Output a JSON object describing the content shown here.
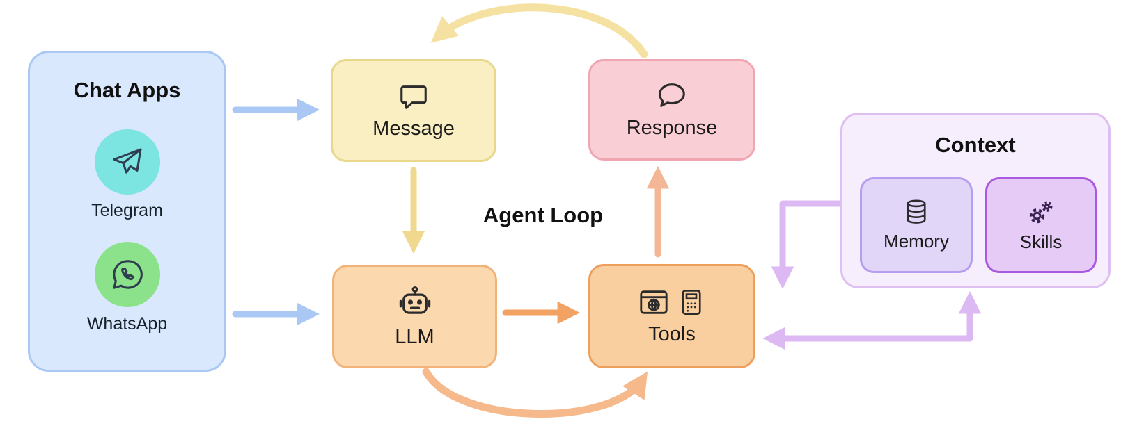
{
  "chat_apps": {
    "title": "Chat Apps",
    "apps": [
      {
        "label": "Telegram",
        "icon": "telegram-icon",
        "circle_color": "#7ce4e1"
      },
      {
        "label": "WhatsApp",
        "icon": "whatsapp-icon",
        "circle_color": "#8ce18b"
      }
    ]
  },
  "nodes": {
    "message": {
      "label": "Message",
      "icon": "speech-bubble-square-icon"
    },
    "response": {
      "label": "Response",
      "icon": "speech-bubble-round-icon"
    },
    "llm": {
      "label": "LLM",
      "icon": "robot-icon"
    },
    "tools": {
      "label": "Tools",
      "icon": "browser-and-calculator-icons"
    }
  },
  "center_label": "Agent Loop",
  "context": {
    "title": "Context",
    "items": [
      {
        "label": "Memory",
        "icon": "database-icon"
      },
      {
        "label": "Skills",
        "icon": "gears-icon"
      }
    ]
  },
  "edges": [
    {
      "from": "chat-apps",
      "to": "message",
      "color": "#a9c9f4",
      "style": "straight"
    },
    {
      "from": "chat-apps",
      "to": "llm",
      "color": "#a9c9f4",
      "style": "straight"
    },
    {
      "from": "message",
      "to": "llm",
      "color": "#f0d88e",
      "style": "straight"
    },
    {
      "from": "response",
      "to": "message",
      "color": "#f5e2a3",
      "style": "curved-top"
    },
    {
      "from": "llm",
      "to": "tools",
      "color": "#f2a263",
      "style": "straight"
    },
    {
      "from": "tools",
      "to": "response",
      "color": "#f4b795",
      "style": "straight"
    },
    {
      "from": "llm",
      "to": "tools",
      "color": "#f6b98c",
      "style": "curved-bottom"
    },
    {
      "from": "context",
      "to": "tools",
      "color": "#dcb9f3",
      "style": "elbow-down"
    },
    {
      "from": "context",
      "to": "tools",
      "color": "#dcb9f3",
      "style": "elbow-left"
    },
    {
      "from": "tools",
      "to": "context",
      "color": "#dcb9f3",
      "style": "elbow-up"
    }
  ],
  "colors": {
    "chat_panel_fill": "#d9e8fc",
    "chat_panel_border": "#a9c9f4",
    "telegram_circle": "#7ce4e1",
    "whatsapp_circle": "#8ce18b",
    "message_fill": "#f9efc2",
    "message_border": "#e9d78c",
    "response_fill": "#f9ced4",
    "response_border": "#f0a6b1",
    "llm_fill": "#fbd8ad",
    "llm_border": "#f2b379",
    "tools_fill": "#facfa0",
    "tools_border": "#ef9f5d",
    "context_fill": "#f6eefc",
    "context_border": "#debff2",
    "memory_fill": "#e1d5f8",
    "memory_border": "#b79ded",
    "skills_fill": "#e6cbf7",
    "skills_border": "#aa5ae0"
  }
}
